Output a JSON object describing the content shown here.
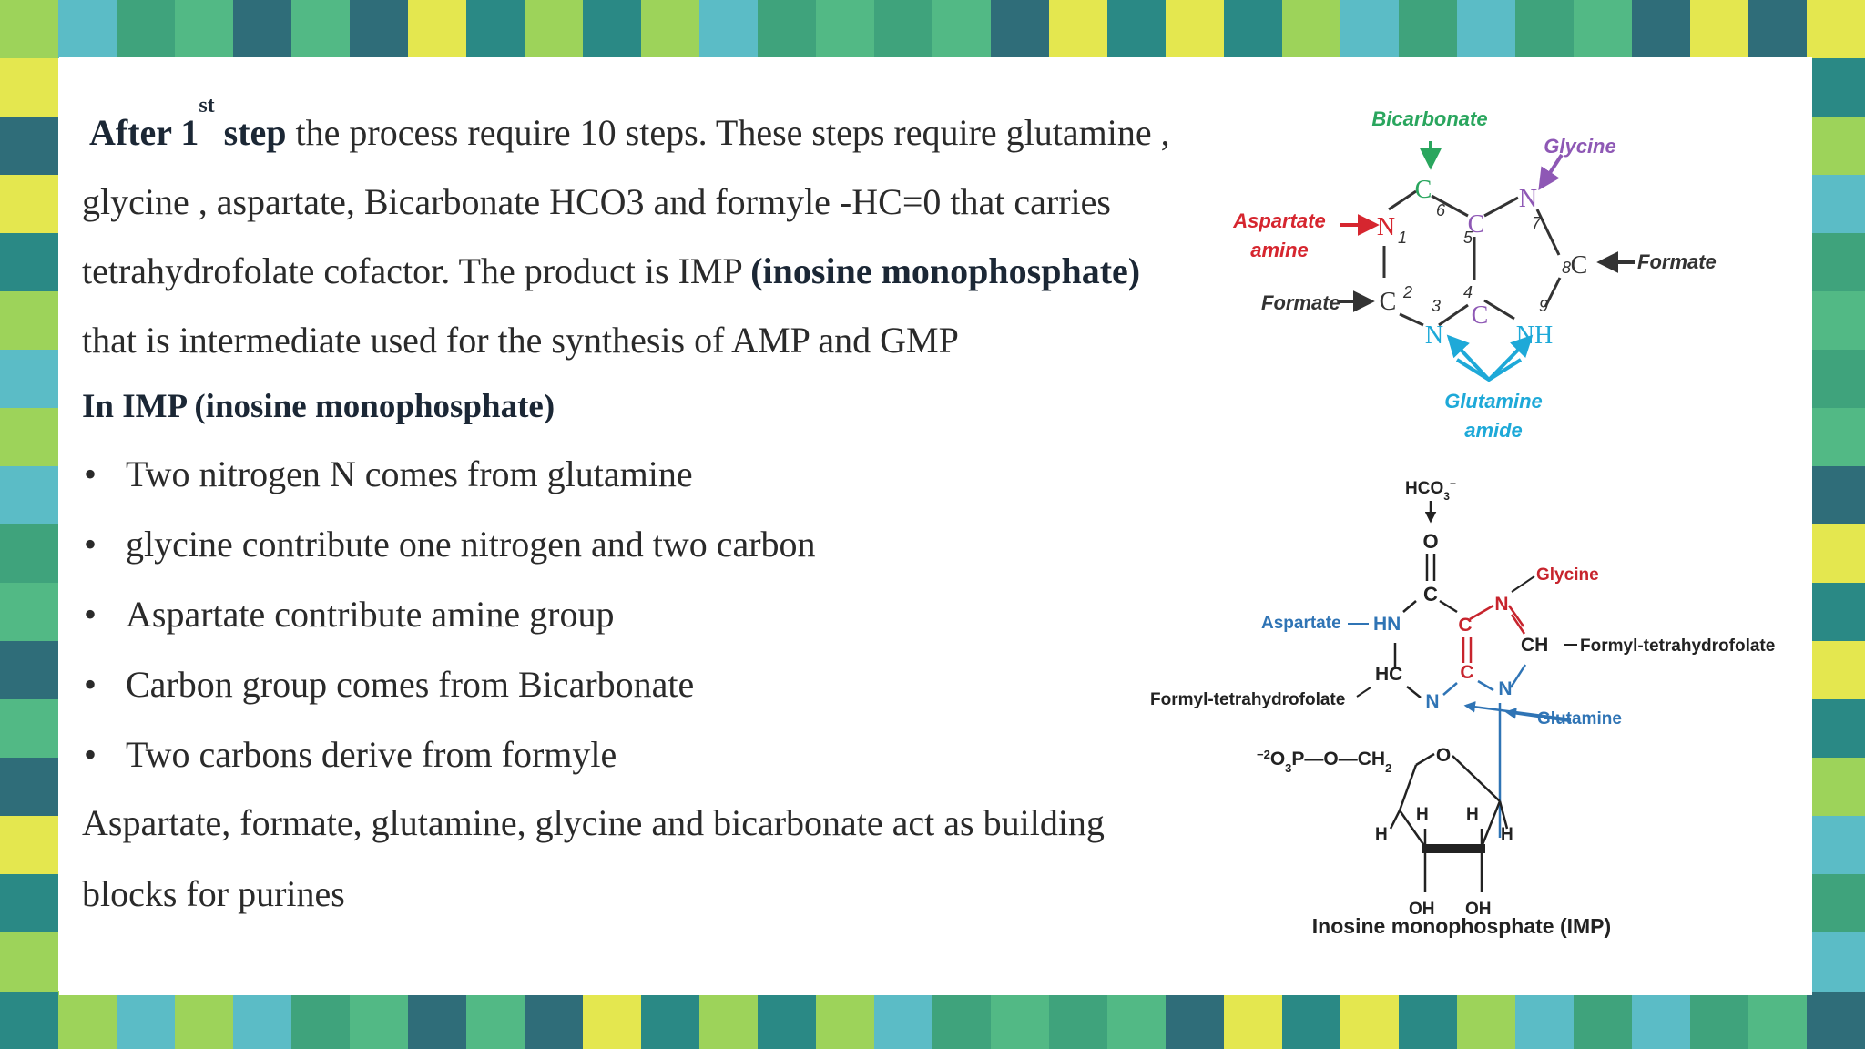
{
  "colors": {
    "tile_palette": [
      "#9dd35a",
      "#e4e74f",
      "#52b985",
      "#5bbcc6",
      "#2a8985",
      "#2f6d79",
      "#3fa37c"
    ],
    "bicarbonate": "#2aa65e",
    "glycine": "#8e58b5",
    "aspartate": "#d6262f",
    "glutamine": "#1ea9d8",
    "formate": "#333333",
    "imp_blue": "#2f74b5",
    "imp_red": "#c7242d"
  },
  "slide": {
    "para1": {
      "b1": "After 1",
      "sup": "st",
      "b2": " step",
      "t1": " the process require 10 steps. These steps require glutamine , glycine , aspartate, Bicarbonate HCO3 and formyle -HC=0 that carries tetrahydrofolate cofactor. The product is IMP ",
      "b3": "(inosine monophosphate)",
      "t2": " that is intermediate used for the synthesis of AMP and GMP"
    },
    "subheading": "In IMP (inosine monophosphate)",
    "bullet_glyph": "•",
    "bullets": [
      "Two nitrogen N comes from glutamine",
      "glycine contribute one nitrogen and two carbon",
      "Aspartate contribute amine group",
      "Carbon group comes from Bicarbonate",
      "Two carbons derive from formyle"
    ],
    "closing": "Aspartate, formate, glutamine, glycine and bicarbonate act as building blocks for purines"
  },
  "diagram1": {
    "bicarbonate": "Bicarbonate",
    "glycine": "Glycine",
    "aspartate_l1": "Aspartate",
    "aspartate_l2": "amine",
    "formate_right": "Formate",
    "formate_left": "Formate",
    "glutamine_l1": "Glutamine",
    "glutamine_l2": "amide",
    "atoms": {
      "c6": "C",
      "n1": "N",
      "c5": "C",
      "n7": "N",
      "c8": "C",
      "c2": "C",
      "n3": "N",
      "c4": "C",
      "nh9": "NH"
    },
    "numbers": {
      "n1": "1",
      "n2": "2",
      "n3": "3",
      "n4": "4",
      "n5": "5",
      "n6": "6",
      "n7": "7",
      "n8": "8",
      "n9": "9"
    }
  },
  "diagram2": {
    "hco3": "HCO",
    "hco3_sub": "3",
    "hco3_sup": "−",
    "o": "O",
    "c_top": "C",
    "glycine": "Glycine",
    "aspartate": "Aspartate",
    "hn": "HN",
    "c_left": "C",
    "n_top": "N",
    "ch": "CH",
    "formyl_right": "Formyl-tetrahydrofolate",
    "hc": "HC",
    "c_bottom": "C",
    "n_bottom": "N",
    "n_left": "N",
    "formyl_left": "Formyl-tetrahydrofolate",
    "glutamine": "Glutamine",
    "phosphate_sup": "−2",
    "phosphate_a": "O",
    "phosphate_sub": "3",
    "phosphate_b": "P—O—CH",
    "phosphate_sub2": "2",
    "ring_o": "O",
    "h1": "H",
    "h2": "H",
    "h3": "H",
    "h4": "H",
    "oh1": "OH",
    "oh2": "OH",
    "caption": "Inosine monophosphate (IMP)"
  }
}
